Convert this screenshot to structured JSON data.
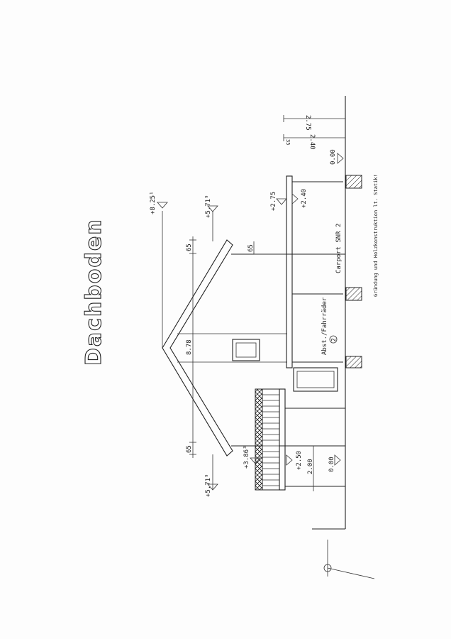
{
  "title": "Dachboden",
  "levels": {
    "ridge": "+8.25¹",
    "eave_right": "+5.71⁹",
    "eave_left": "+5.71⁹",
    "balcony": "+3.86³",
    "carport_top": "+2.75",
    "carport_clear": "+2.40",
    "balcony_clear": "+2.50",
    "ground_left": "0.00",
    "ground_right": "0.00"
  },
  "dimensions": {
    "overhang_right": "65",
    "overhang_right_wall": "65",
    "overhang_left": "65",
    "width": "8.78",
    "balcony_height": "2.00",
    "carport_height": "2.75",
    "carport_clear": "2.40",
    "beam": "35"
  },
  "labels": {
    "carport": "Carport SNR 2",
    "storage": "Abst./Fahrräder",
    "storage_num": "2",
    "note": "Gründung und Holzkonstruktion lt. Statik!"
  }
}
